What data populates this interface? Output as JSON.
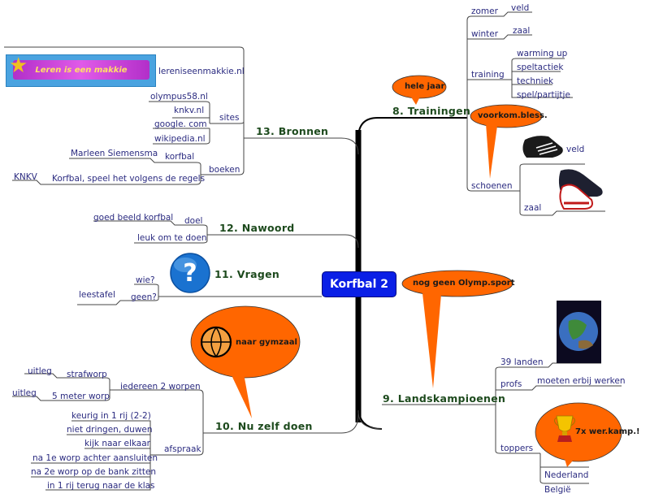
{
  "center": {
    "label": "Korfbal 2",
    "color": "#0a1fe6"
  },
  "branches": {
    "trainingen": {
      "label": "8. Trainingen",
      "callout": "hele jaar",
      "children": {
        "zomer": {
          "label": "zomer",
          "child": "veld"
        },
        "winter": {
          "label": "winter",
          "child": "zaal"
        },
        "training": {
          "label": "training",
          "children": [
            "warming up",
            "speltactiek",
            "techniek",
            "spel/partijtje"
          ]
        },
        "schoenen": {
          "label": "schoenen",
          "callout": "voorkom.bless.",
          "children": [
            "veld",
            "zaal"
          ]
        }
      }
    },
    "landskampioenen": {
      "label": "9. Landskampioenen",
      "callout": "nog geen Olymp.sport",
      "children": {
        "landen": {
          "label": "39 landen"
        },
        "profs": {
          "label": "profs",
          "child": "moeten erbij werken"
        },
        "toppers": {
          "label": "toppers",
          "callout": "7x wer.kamp.!",
          "children": [
            "Nederland",
            "België"
          ]
        }
      }
    },
    "nuzelfdoen": {
      "label": "10. Nu zelf doen",
      "callout": "naar gymzaal",
      "children": {
        "worpen": {
          "label": "iedereen 2 worpen",
          "items": [
            {
              "label": "strafworp",
              "child": "uitleg"
            },
            {
              "label": "5 meter worp",
              "child": "uitleg"
            }
          ]
        },
        "afspraak": {
          "label": "afspraak",
          "items": [
            "keurig in 1 rij (2-2)",
            "niet dringen, duwen",
            "kijk naar elkaar",
            "na 1e worp achter aansluiten",
            "na 2e worp op de bank zitten",
            "in 1 rij terug naar de klas"
          ]
        }
      }
    },
    "vragen": {
      "label": "11. Vragen",
      "children": {
        "wie": "wie?",
        "geen": {
          "label": "geen?",
          "child": "leestafel"
        }
      }
    },
    "nawoord": {
      "label": "12. Nawoord",
      "children": {
        "doel": {
          "label": "doel",
          "child": "goed beeld korfbal"
        },
        "leuk": "leuk om te doen"
      }
    },
    "bronnen": {
      "label": "13. Bronnen",
      "logo_text": "Leren is een makkie",
      "logo_link": "lereniseenmakkie.nl",
      "sites": {
        "label": "sites",
        "items": [
          "olympus58.nl",
          "knkv.nl",
          "google. com",
          "wikipedia.nl"
        ]
      },
      "boeken": {
        "label": "boeken",
        "items": [
          {
            "label": "korfbal",
            "child": "Marleen Siemensma"
          },
          {
            "label": "Korfbal, speel het volgens de regels",
            "child": "KNKV"
          }
        ]
      }
    }
  },
  "colors": {
    "callout": "#ff6600",
    "branch_text": "#1d4a1d",
    "leaf_text": "#2b2b80",
    "line": "#333333"
  }
}
